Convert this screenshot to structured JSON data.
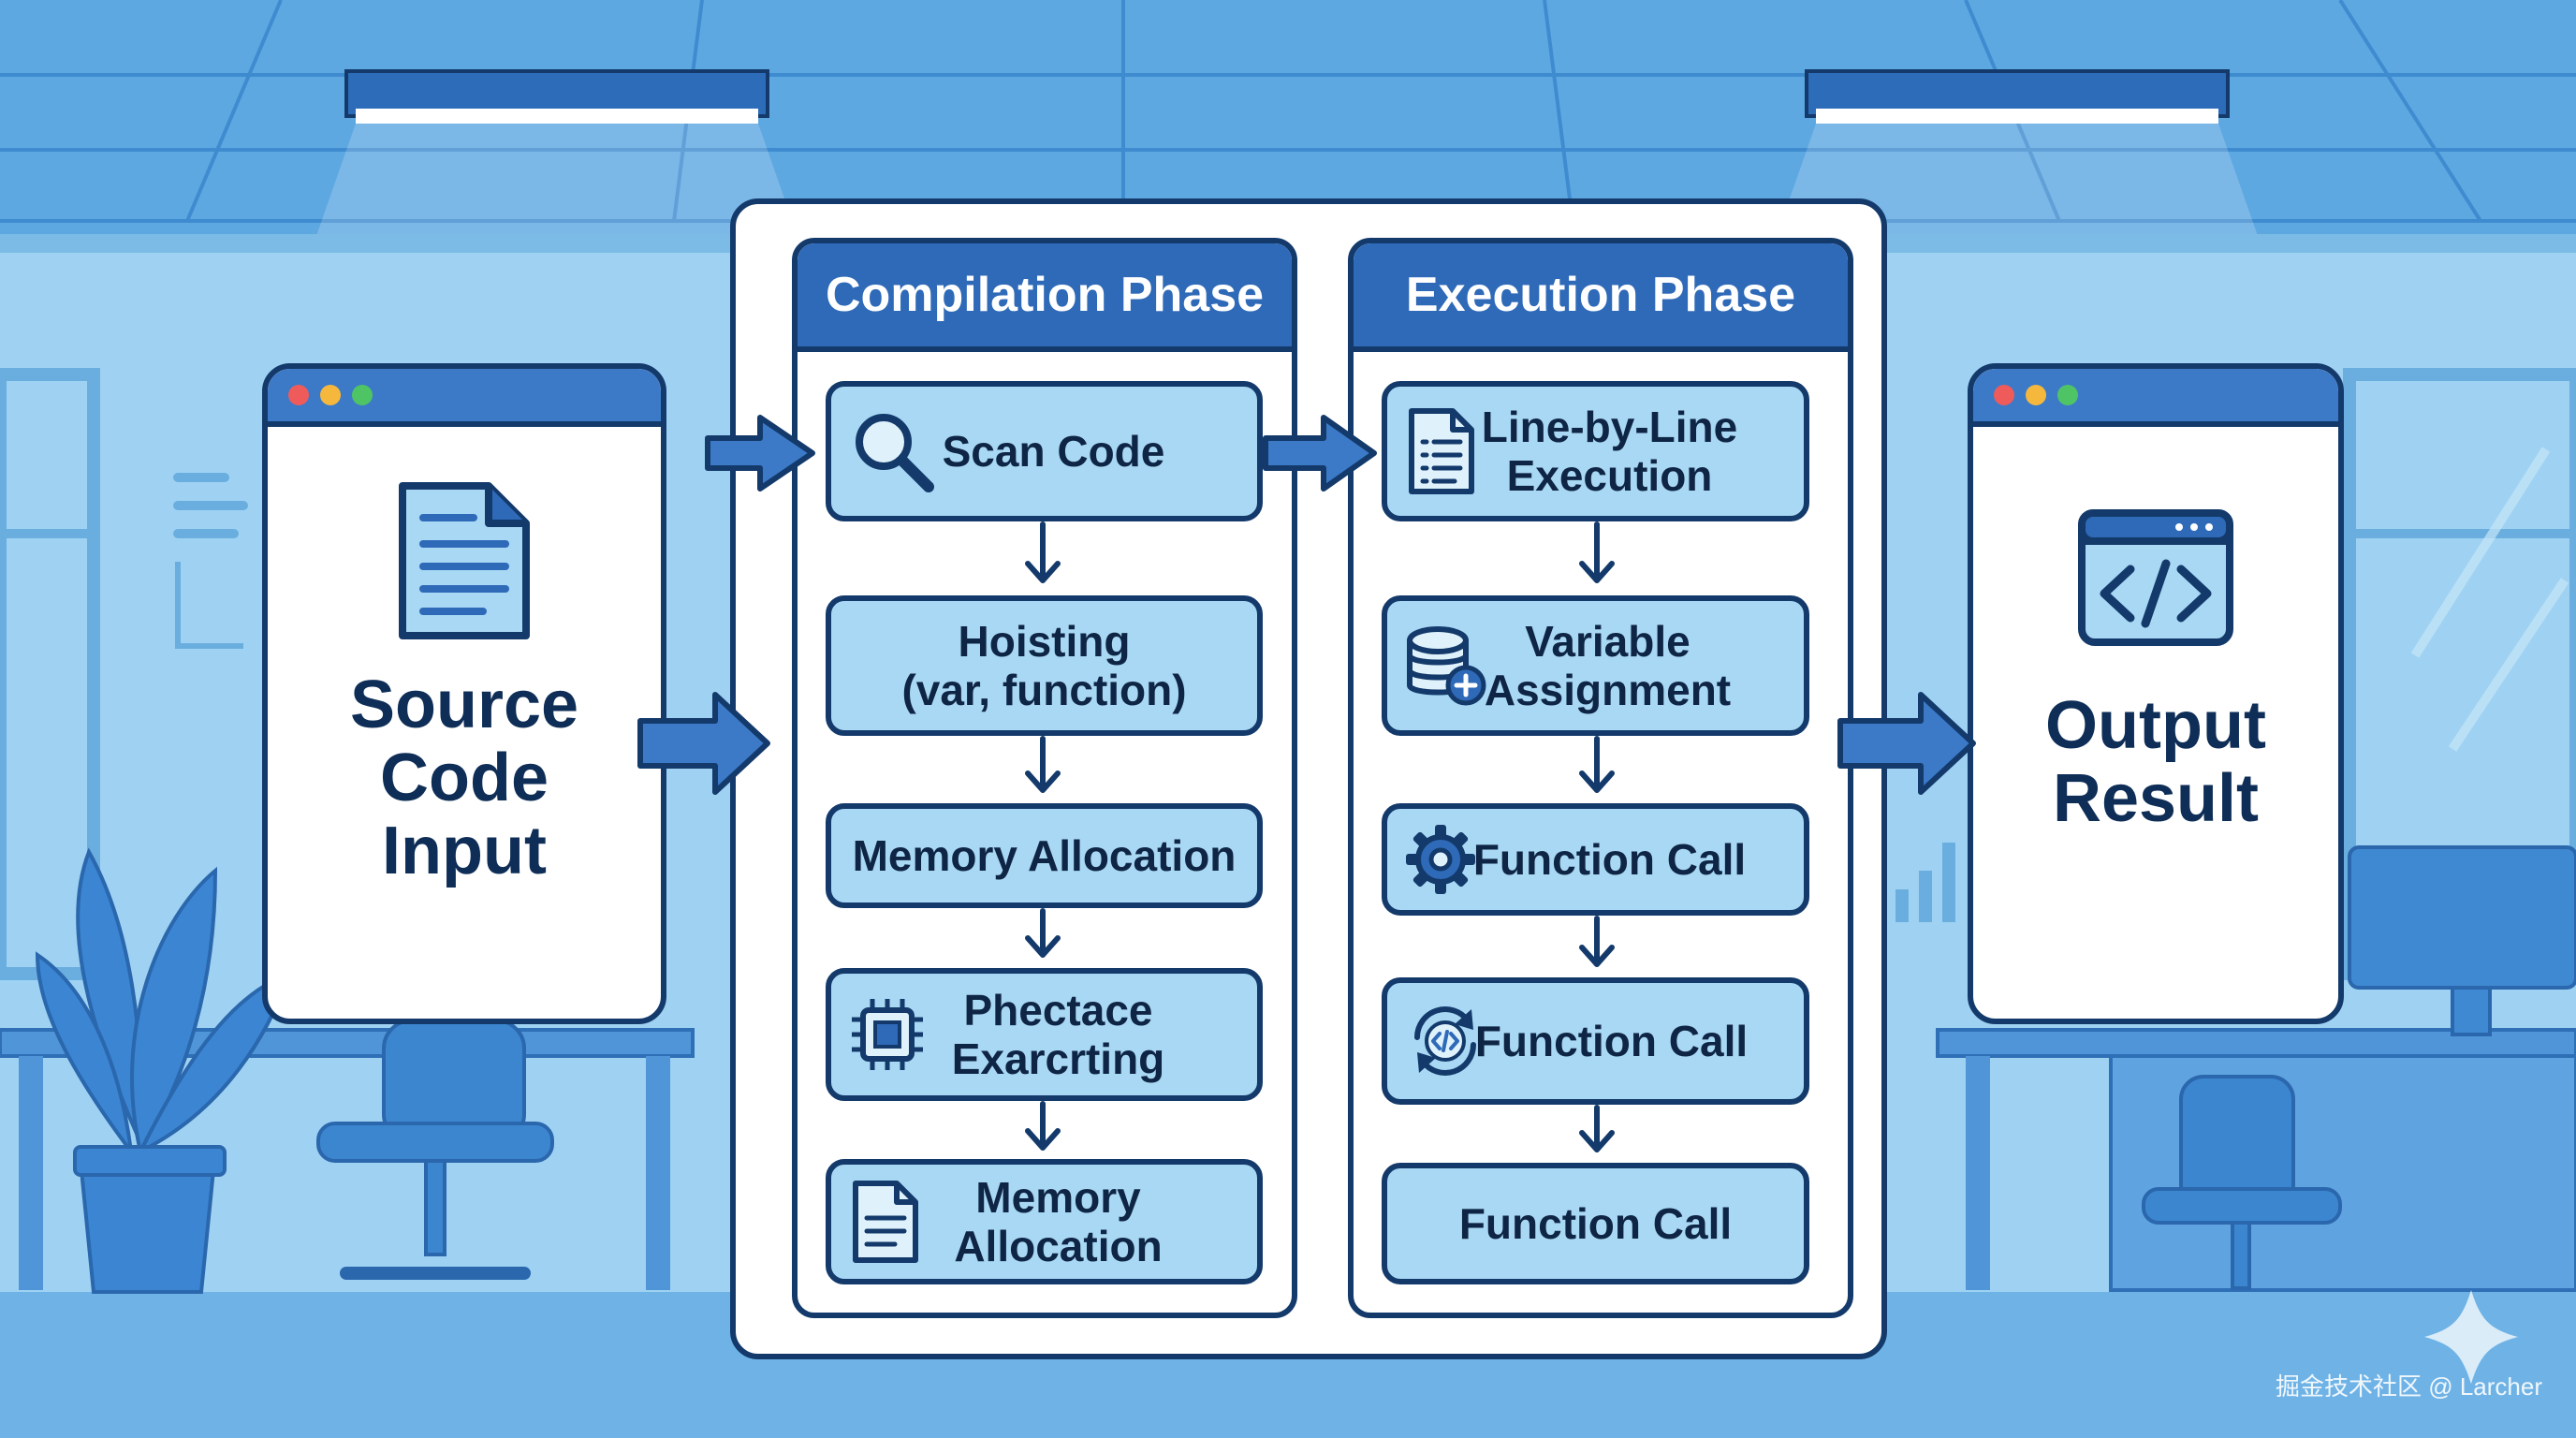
{
  "colors": {
    "background": "#8cc6ec",
    "navy": "#133a6b",
    "header_blue": "#2f6ab8",
    "step_fill": "#a8d8f4",
    "arrow_blue": "#3c7ac8"
  },
  "input": {
    "title": "Source\nCode\nInput",
    "icon": "document-icon"
  },
  "output": {
    "title": "Output\nResult",
    "icon": "code-window-icon"
  },
  "compilation": {
    "header": "Compilation Phase",
    "steps": [
      {
        "label": "Scan Code",
        "icon": "search-icon"
      },
      {
        "label": "Hoisting\n(var, function)",
        "icon": ""
      },
      {
        "label": "Memory Allocation",
        "icon": ""
      },
      {
        "label": "Phectace\nExarcrting",
        "icon": "chip-icon"
      },
      {
        "label": "Memory\nAllocation",
        "icon": "document-icon"
      }
    ]
  },
  "execution": {
    "header": "Execution Phase",
    "steps": [
      {
        "label": "Line-by-Line\nExecution",
        "icon": "list-document-icon"
      },
      {
        "label": "Variable\nAssignment",
        "icon": "database-add-icon"
      },
      {
        "label": "Function Call",
        "icon": "gear-icon"
      },
      {
        "label": "Function Call",
        "icon": "refresh-code-icon"
      },
      {
        "label": "Function Call",
        "icon": ""
      }
    ]
  },
  "credit": "掘金技术社区 @ Larcher"
}
